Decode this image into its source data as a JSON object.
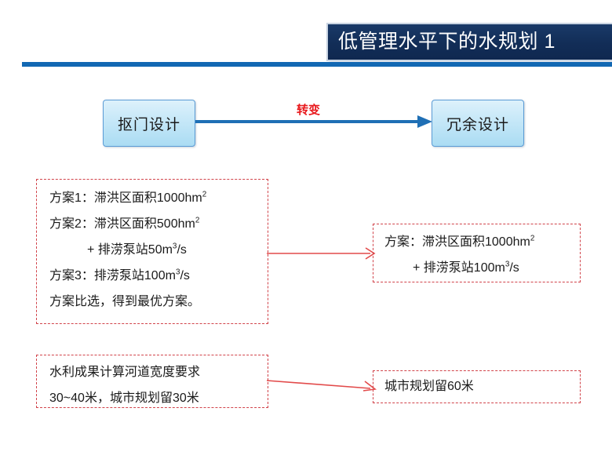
{
  "slide": {
    "title": "低管理水平下的水规划  1",
    "accent_navy": "#14315e",
    "accent_blue": "#1268b3",
    "accent_red": "#e8171b",
    "dashed_red": "#d1434a"
  },
  "flow": {
    "source_label": "抠门设计",
    "target_label": "冗余设计",
    "arrow_label": "转变"
  },
  "options_box": {
    "lines": [
      "方案1：滞洪区面积1000hm",
      "方案2：滞洪区面积500hm",
      "+  排涝泵站50m",
      "方案3：排涝泵站100m",
      "方案比选，得到最优方案。"
    ],
    "sup": {
      "area_1": "2",
      "area_2": "2",
      "flow_50": "3",
      "flow_100": "3"
    },
    "unit_tail": "/s"
  },
  "result_box": {
    "lines": [
      "方案：滞洪区面积1000hm",
      "+  排涝泵站100m"
    ],
    "sup": {
      "area": "2",
      "flow": "3"
    },
    "unit_tail": "/s"
  },
  "river_box": {
    "lines": [
      "水利成果计算河道宽度要求",
      "30~40米，城市规划留30米"
    ]
  },
  "city_box": {
    "text": "城市规划留60米"
  }
}
